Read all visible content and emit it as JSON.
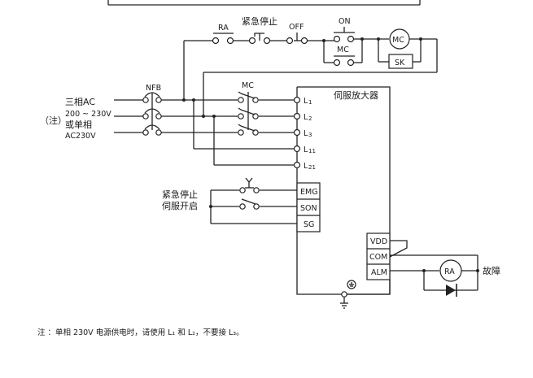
{
  "diagram": {
    "title": "伺服放大器",
    "control_circuit": {
      "ra_contact": "RA",
      "emergency_stop": "紧急停止",
      "off_button": "OFF",
      "on_button": "ON",
      "mc_aux_contact": "MC",
      "mc_coil": "MC",
      "surge_killer": "SK"
    },
    "power_input": {
      "note_marker": "（注）",
      "line1": "三相AC",
      "line2": "200 ~ 230V",
      "line3": "或单相",
      "line4": "AC230V",
      "breaker": "NFB",
      "contactor": "MC"
    },
    "amplifier_terminals": {
      "L1": {
        "main": "L",
        "sub": "1"
      },
      "L2": {
        "main": "L",
        "sub": "2"
      },
      "L3": {
        "main": "L",
        "sub": "3"
      },
      "L11": {
        "main": "L",
        "sub": "11"
      },
      "L21": {
        "main": "L",
        "sub": "21"
      }
    },
    "io_terminals": {
      "emg": "EMG",
      "son": "SON",
      "sg": "SG",
      "vdd": "VDD",
      "com": "COM",
      "alm": "ALM"
    },
    "input_labels": {
      "emergency_stop": "紧急停止",
      "servo_on": "伺服开启"
    },
    "alarm": {
      "relay": "RA",
      "label": "故障"
    },
    "footnote": "注 ：单相 230V 电源供电时，请使用 L₁ 和 L₂，不要接 L₃。"
  }
}
